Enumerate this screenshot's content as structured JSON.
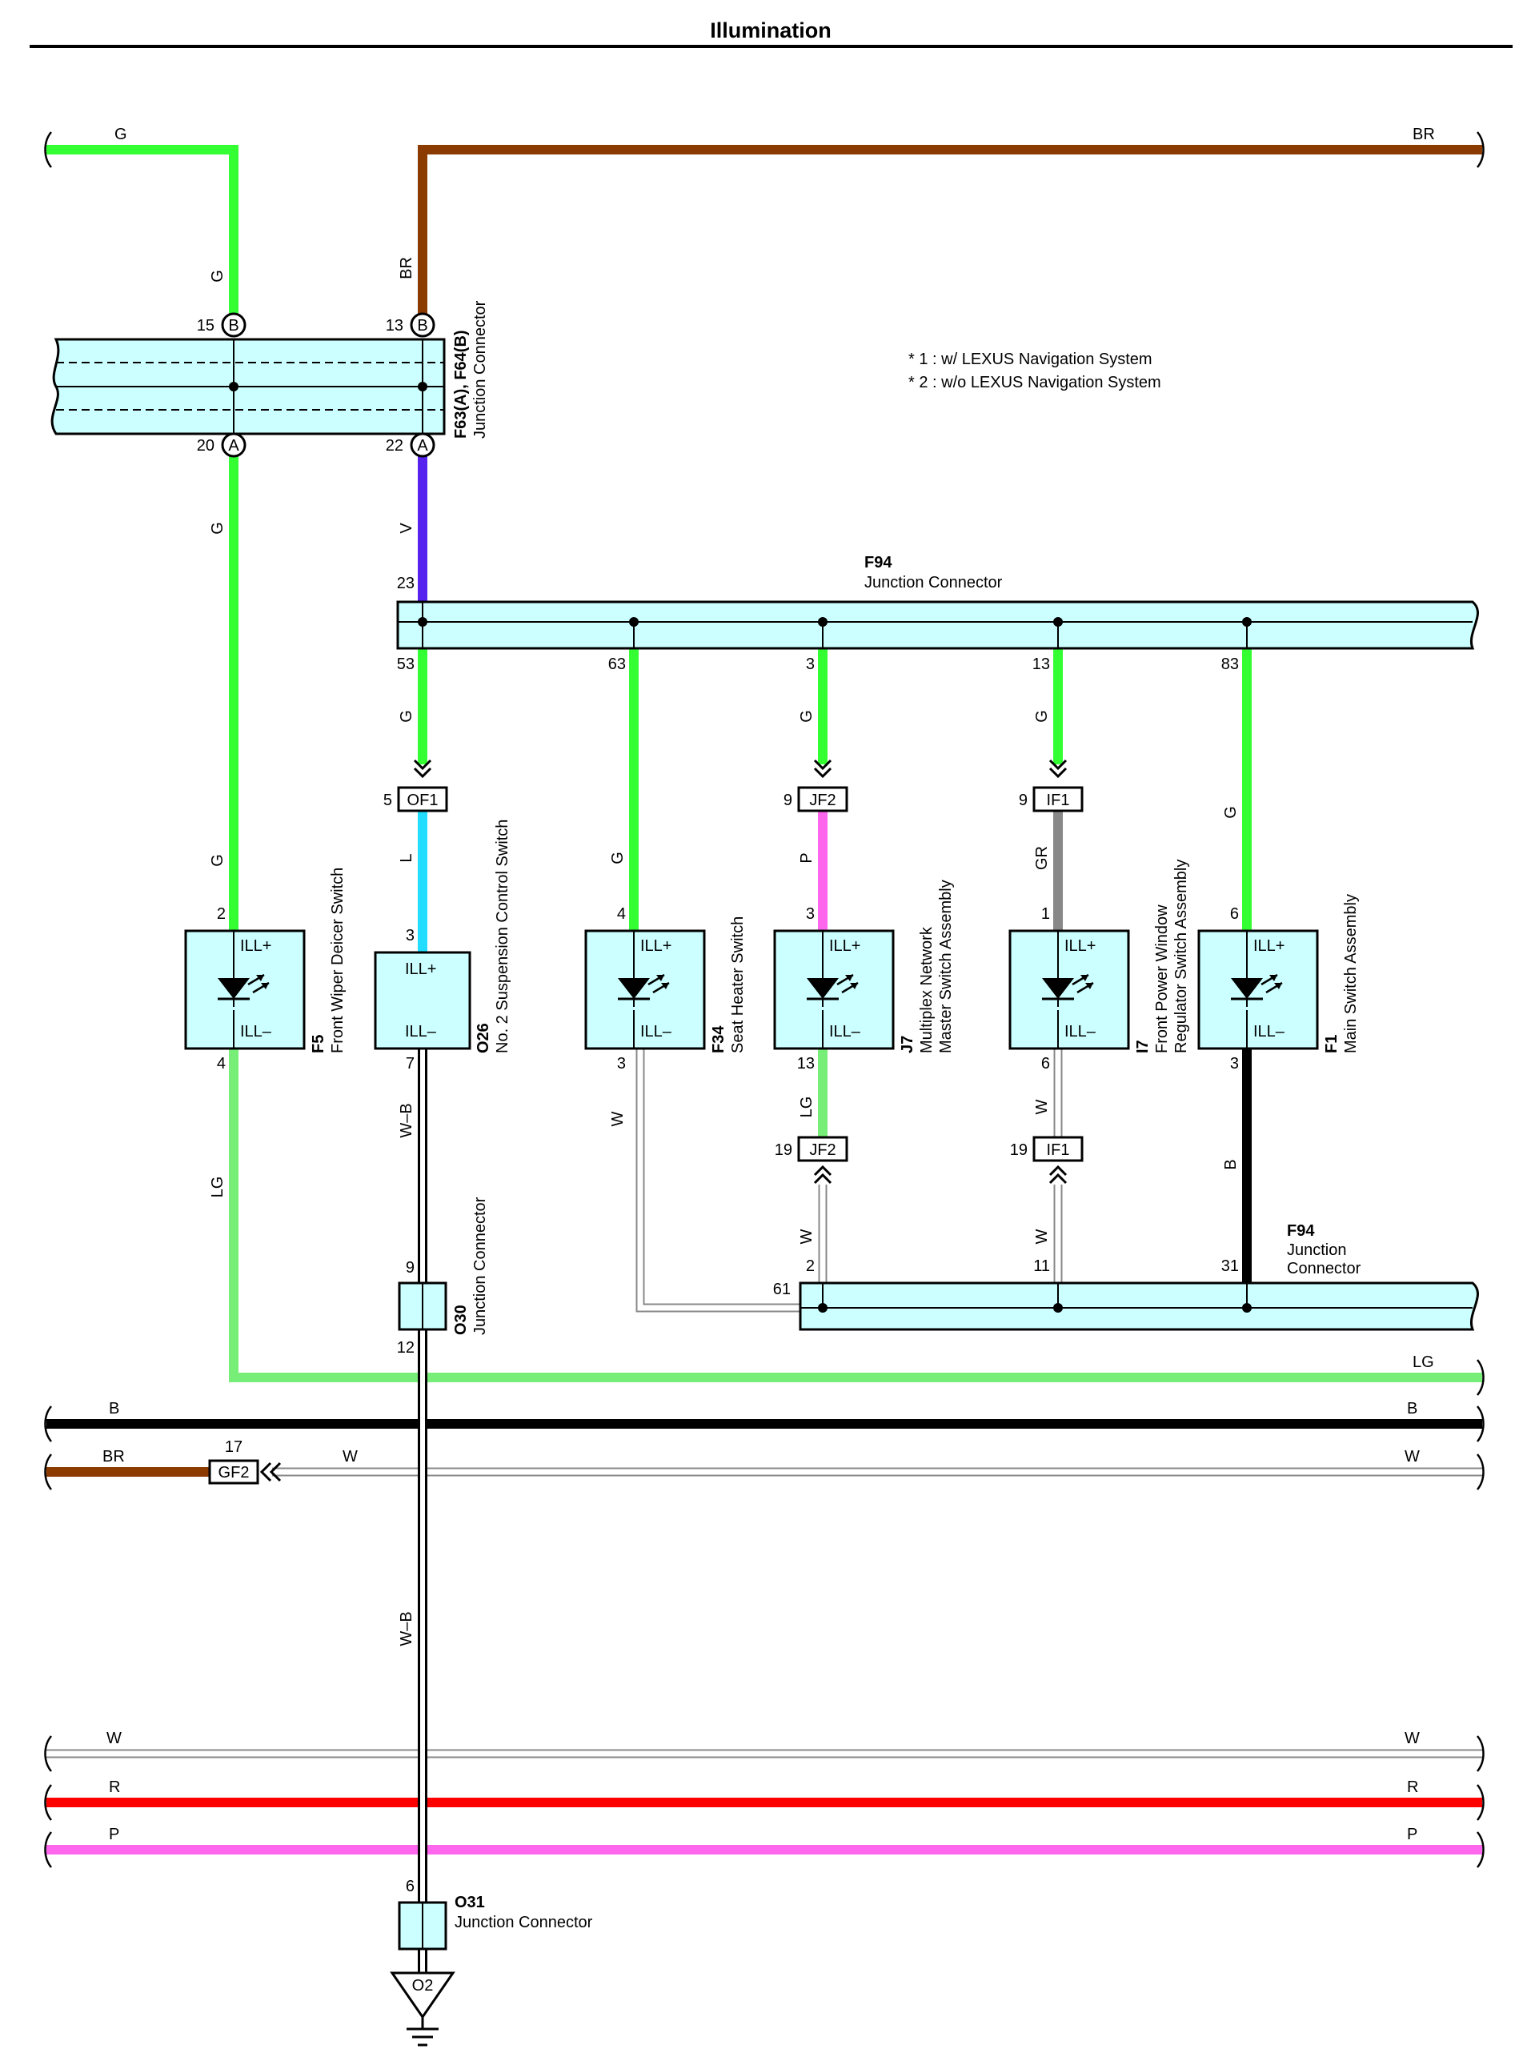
{
  "title": "Illumination",
  "notes": [
    "* 1 : w/ LEXUS Navigation System",
    "* 2 : w/o LEXUS Navigation System"
  ],
  "wire_colors": {
    "G": "#33ff33",
    "BR": "#8b3a00",
    "V": "#5522ee",
    "L": "#22ddff",
    "P": "#ff66ee",
    "GR": "#888888",
    "LG": "#77ee77",
    "B": "#000000",
    "W": "#ffffff",
    "R": "#ff0000",
    "conn": "#ccffff"
  },
  "wire_labels": {
    "top_g": "G",
    "top_br": "BR",
    "g1": "G",
    "br1": "BR",
    "g2": "G",
    "v": "V",
    "g3": "G",
    "l": "L",
    "g4": "G",
    "g5": "G",
    "p": "P",
    "g6": "G",
    "gr": "GR",
    "g7": "G",
    "g8": "G",
    "wb1": "W–B",
    "lg1": "LG",
    "w1": "W",
    "lg2": "LG",
    "w2": "W",
    "w3": "W",
    "w4": "W",
    "b1": "B",
    "lg_right": "LG",
    "b_left": "B",
    "b_right": "B",
    "br_left": "BR",
    "w_mid": "W",
    "w_right": "W",
    "wb2": "W–B",
    "w_low_l": "W",
    "w_low_r": "W",
    "r_l": "R",
    "r_r": "R",
    "p_l": "P",
    "p_r": "P"
  },
  "f63": {
    "code": "F63(A), F64(B)",
    "name": "Junction Connector",
    "pins": {
      "p15": "15",
      "p13": "13",
      "p20": "20",
      "p22": "22"
    },
    "letters": {
      "b1": "B",
      "b2": "B",
      "a1": "A",
      "a2": "A"
    }
  },
  "f94_top": {
    "code": "F94",
    "name": "Junction Connector",
    "pins": {
      "p23": "23",
      "p53": "53",
      "p63": "63",
      "p3": "3",
      "p13": "13",
      "p83": "83"
    }
  },
  "f94_bottom": {
    "code": "F94",
    "name_line1": "Junction",
    "name_line2": "Connector",
    "pins": {
      "p61": "61",
      "p2": "2",
      "p11": "11",
      "p31": "31"
    }
  },
  "inline_connectors": {
    "of1": {
      "label": "OF1",
      "pin": "5"
    },
    "jf2a": {
      "label": "JF2",
      "pin": "9"
    },
    "if1a": {
      "label": "IF1",
      "pin": "9"
    },
    "jf2b": {
      "label": "JF2",
      "pin": "19"
    },
    "if1b": {
      "label": "IF1",
      "pin": "19"
    },
    "gf2": {
      "label": "GF2",
      "pin": "17"
    }
  },
  "components": {
    "f5": {
      "code": "F5",
      "name": "Front Wiper Deicer Switch",
      "pin_top": "2",
      "pin_bottom": "4",
      "ill_plus": "ILL+",
      "ill_minus": "ILL–"
    },
    "o26": {
      "code": "O26",
      "name": "No. 2 Suspension Control Switch",
      "pin_top": "3",
      "pin_bottom": "7",
      "ill_plus": "ILL+",
      "ill_minus": "ILL–"
    },
    "f34": {
      "code": "F34",
      "name": "Seat Heater Switch",
      "pin_top": "4",
      "pin_bottom": "3",
      "ill_plus": "ILL+",
      "ill_minus": "ILL–"
    },
    "j7": {
      "code": "J7",
      "name_line1": "Multiplex Network",
      "name_line2": "Master Switch Assembly",
      "pin_top": "3",
      "pin_bottom": "13",
      "ill_plus": "ILL+",
      "ill_minus": "ILL–"
    },
    "i7": {
      "code": "I7",
      "name_line1": "Front Power Window",
      "name_line2": "Regulator Switch Assembly",
      "pin_top": "1",
      "pin_bottom": "6",
      "ill_plus": "ILL+",
      "ill_minus": "ILL–"
    },
    "f1": {
      "code": "F1",
      "name": "Main Switch Assembly",
      "pin_top": "6",
      "pin_bottom": "3",
      "ill_plus": "ILL+",
      "ill_minus": "ILL–"
    }
  },
  "o30": {
    "code": "O30",
    "name": "Junction Connector",
    "pin_top": "9",
    "pin_bottom": "12"
  },
  "o31": {
    "code": "O31",
    "name": "Junction Connector",
    "pin_top": "6"
  },
  "ground": {
    "label": "O2"
  }
}
